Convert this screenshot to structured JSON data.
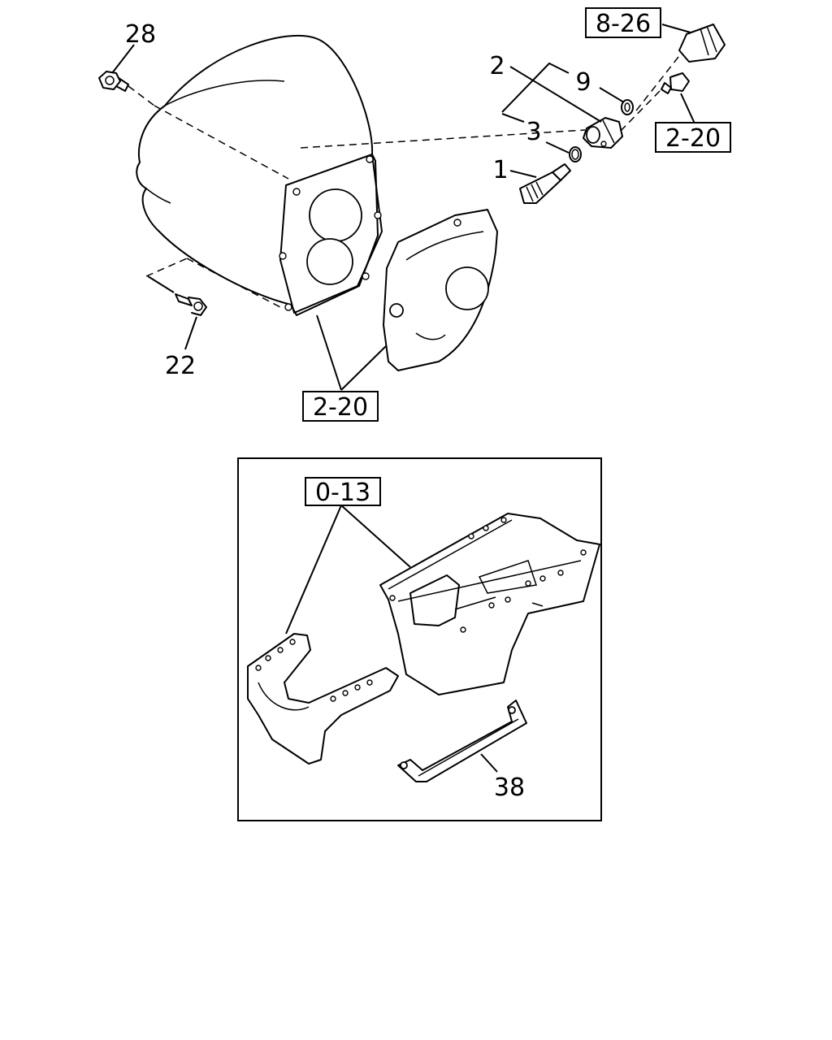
{
  "top_section": {
    "refs": {
      "ref_8_26": "8-26",
      "ref_2_20_right": "2-20",
      "ref_2_20_bottom": "2-20"
    },
    "callouts": {
      "c28": "28",
      "c22": "22",
      "c2": "2",
      "c9": "9",
      "c3": "3",
      "c1": "1"
    }
  },
  "inset": {
    "refs": {
      "ref_0_13": "0-13"
    },
    "callouts": {
      "c38": "38"
    }
  }
}
